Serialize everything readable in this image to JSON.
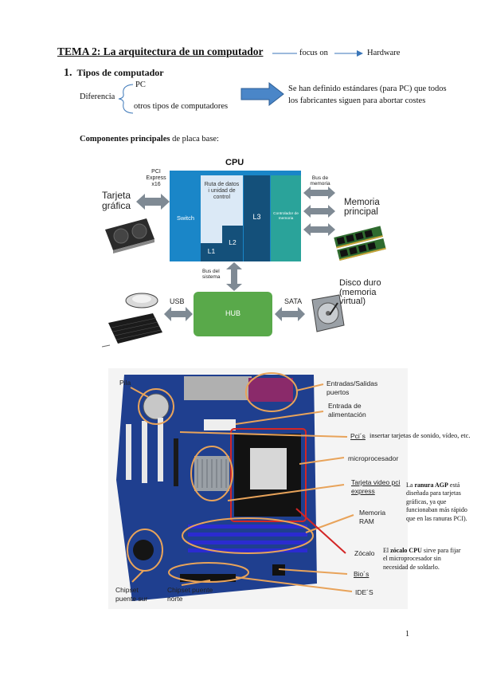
{
  "header": {
    "title": "TEMA 2: La arquitectura de un computador",
    "focus": "focus on",
    "hardware": "Hardware"
  },
  "section1": {
    "number": "1.",
    "heading": "Tipos de computador",
    "diferencia": "Diferencia",
    "pc": "PC",
    "otros": "otros tipos de computadores",
    "standards": "Se han definido estándares (para PC) que todos los fabricantes siguen para abortar costes"
  },
  "components": {
    "bold": "Componentes principales",
    "rest": " de placa base:"
  },
  "diagram": {
    "cpu": "CPU",
    "switch": "Switch",
    "ruta": "Ruta de datos i unidad de control",
    "l1": "L1",
    "l2": "L2",
    "l3": "L3",
    "controlador": "Controlador de memoria",
    "pci": "PCI Express x16",
    "tarjeta": "Tarjeta gráfica",
    "bus_memoria": "Bus de memoria",
    "memoria": "Memoria principal",
    "bus_sistema": "Bus del sistema",
    "disco": "Disco duro (memoria virtual)",
    "usb": "USB",
    "sata": "SATA",
    "hub": "HUB",
    "colors": {
      "cpu_blue": "#1a86c8",
      "dark_blue": "#14507a",
      "teal": "#2aa39a",
      "light": "#dbe9f6",
      "green": "#59a94a"
    }
  },
  "motherboard": {
    "pila": "Pila",
    "entradas": "Entradas/Salidas puertos",
    "alimentacion": "Entrada de alimentación",
    "pcis": "Pci´s",
    "pcis_desc": "insertar tarjetas de sonido, vídeo, etc.",
    "micro": "microprocesador",
    "tarjeta_video": "Tarjeta video pci express",
    "memoria_ram": "Memoria RAM",
    "zocalo": "Zócalo",
    "bios": "Bio´s",
    "ides": "IDE´S",
    "chipset_sur": "Chipset puente sur",
    "chipset_norte": "Chipset puente norte",
    "agp_note_pre": "La ",
    "agp_note_bold": "ranura AGP",
    "agp_note_post": " está diseñada para tarjetas gráficas, ya que funcionaban más rápido que en las ranuras PCI).",
    "zocalo_note_pre": "El ",
    "zocalo_note_bold": "zócalo CPU",
    "zocalo_note_post": " sirve para fijar el microprocesador sin necesidad de soldarlo."
  },
  "page_number": "1"
}
